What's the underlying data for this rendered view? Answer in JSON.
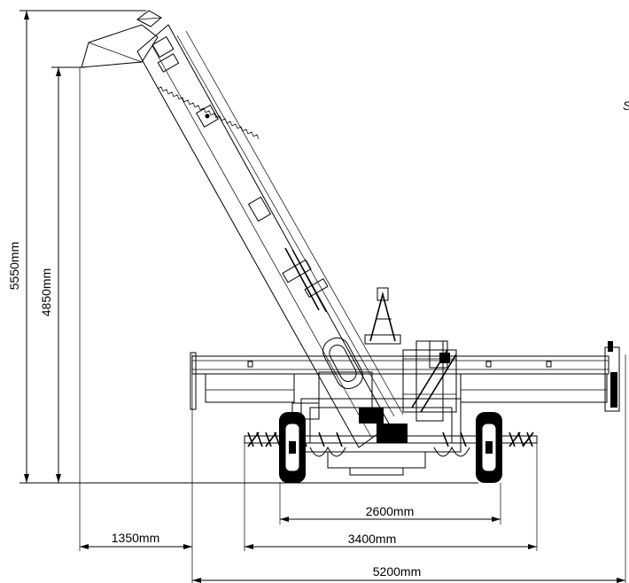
{
  "dimensions": {
    "height_total": "5550mm",
    "height_outlet": "4850mm",
    "width_wheels": "2600mm",
    "width_augers": "3400mm",
    "width_total": "5200mm",
    "offset_outlet": "1350mm"
  },
  "edge_letter": "S",
  "colors": {
    "line": "#000000",
    "background": "#ffffff"
  }
}
